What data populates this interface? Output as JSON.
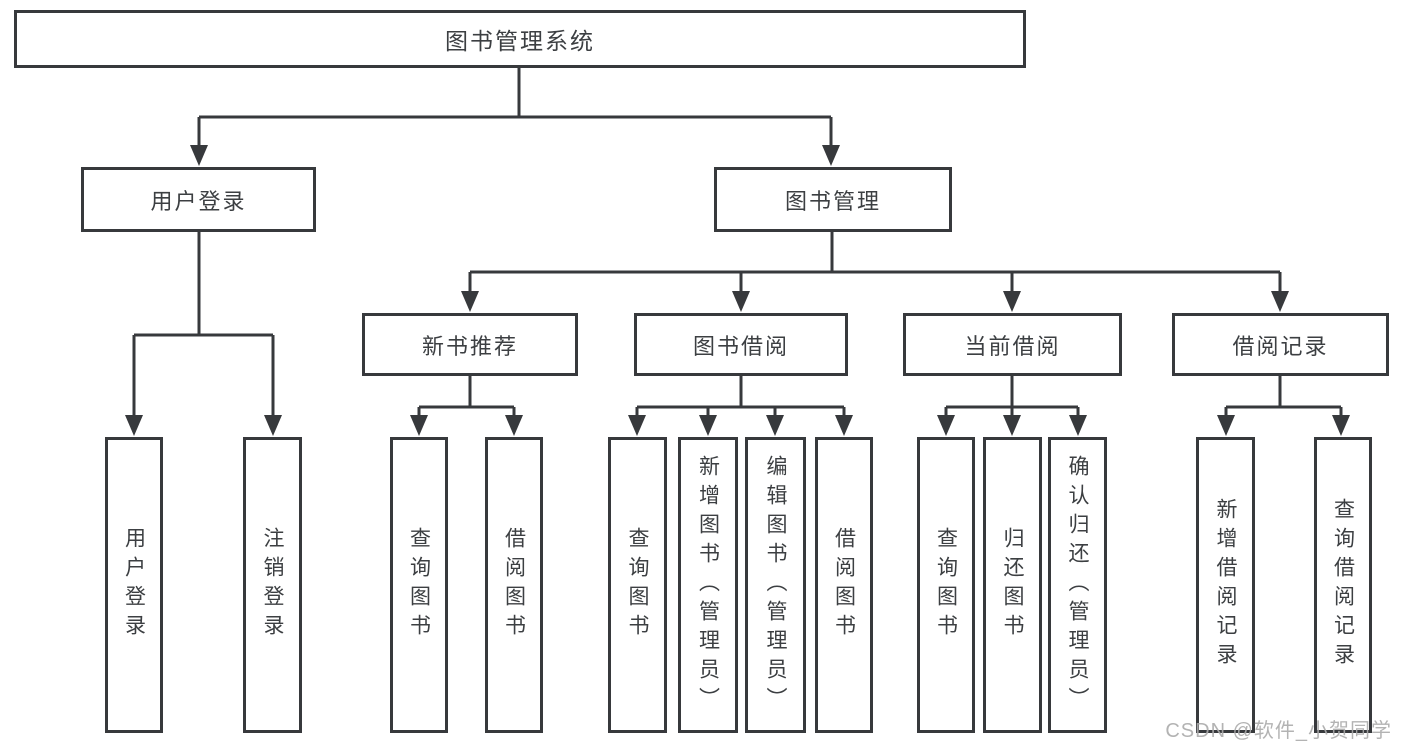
{
  "tree": {
    "label": "图书管理系统",
    "children": [
      {
        "label": "用户登录",
        "children": [
          {
            "label": "用户登录"
          },
          {
            "label": "注销登录"
          }
        ]
      },
      {
        "label": "图书管理",
        "children": [
          {
            "label": "新书推荐",
            "children": [
              {
                "label": "查询图书"
              },
              {
                "label": "借阅图书"
              }
            ]
          },
          {
            "label": "图书借阅",
            "children": [
              {
                "label": "查询图书"
              },
              {
                "label": "新增图书（管理员）"
              },
              {
                "label": "编辑图书（管理员）"
              },
              {
                "label": "借阅图书"
              }
            ]
          },
          {
            "label": "当前借阅",
            "children": [
              {
                "label": "查询图书"
              },
              {
                "label": "归还图书"
              },
              {
                "label": "确认归还（管理员）"
              }
            ]
          },
          {
            "label": "借阅记录",
            "children": [
              {
                "label": "新增借阅记录"
              },
              {
                "label": "查询借阅记录"
              }
            ]
          }
        ]
      }
    ]
  },
  "watermark": {
    "text": "CSDN @软件_小贺同学"
  },
  "colors": {
    "line": "#37393c",
    "text": "#3c3f42",
    "background": "#ffffff",
    "watermark": "#ababab"
  }
}
